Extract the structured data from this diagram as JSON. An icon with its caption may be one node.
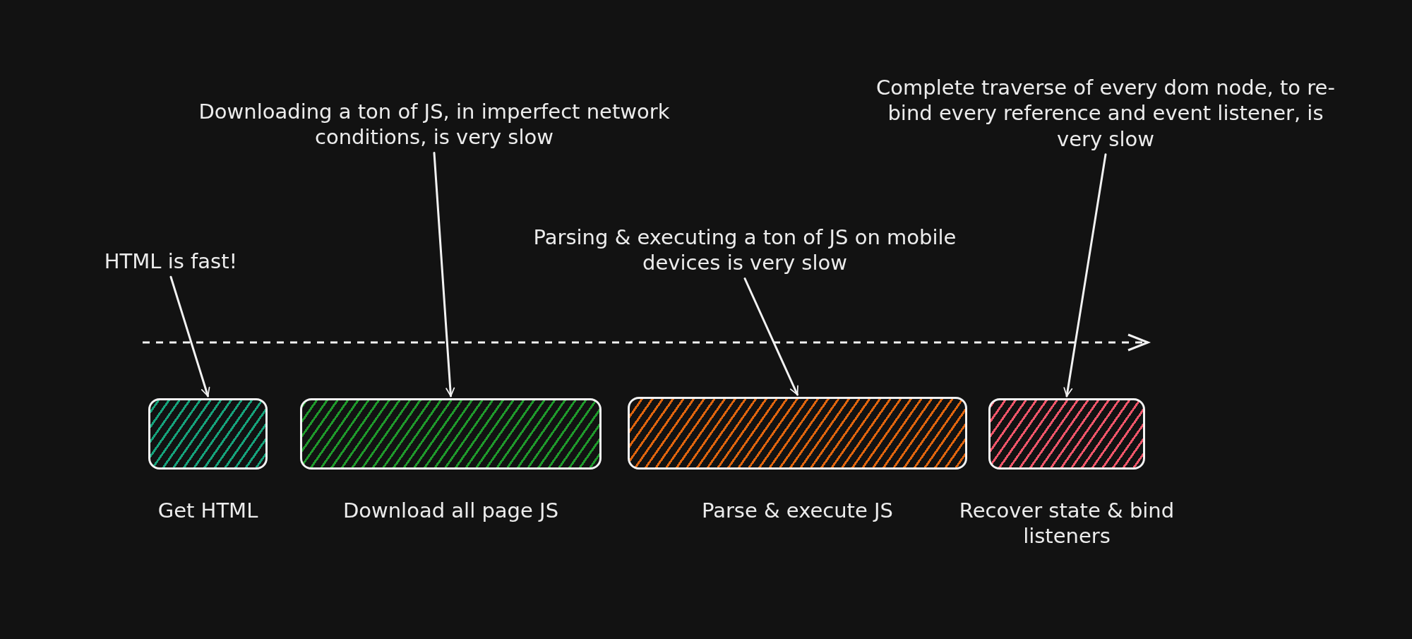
{
  "diagram": {
    "nodes": [
      {
        "text": [
          "HTML is fast!"
        ]
      },
      {
        "text": [
          "Downloading a ton of JS, in imperfect network conditions, is very slow"
        ]
      },
      {
        "text": [
          "Parsing & executing a ton of JS on mobile devices is very slow"
        ]
      },
      {
        "text": [
          "Complete traverse of every dom node, to re-bind every reference and event listener, is very slow"
        ]
      },
      {
        "text": [
          "Get HTML"
        ]
      },
      {
        "text": [
          "Download all page JS"
        ]
      },
      {
        "text": [
          "Parse & execute JS"
        ]
      },
      {
        "text": [
          "Recover state & bind listeners"
        ]
      }
    ],
    "edges": [
      {
        "from": 0,
        "to": 4,
        "arrow": "to"
      },
      {
        "from": 1,
        "to": 5,
        "arrow": "to"
      },
      {
        "from": 2,
        "to": 6,
        "arrow": "to"
      },
      {
        "from": 3,
        "to": 7,
        "arrow": "to"
      }
    ]
  }
}
